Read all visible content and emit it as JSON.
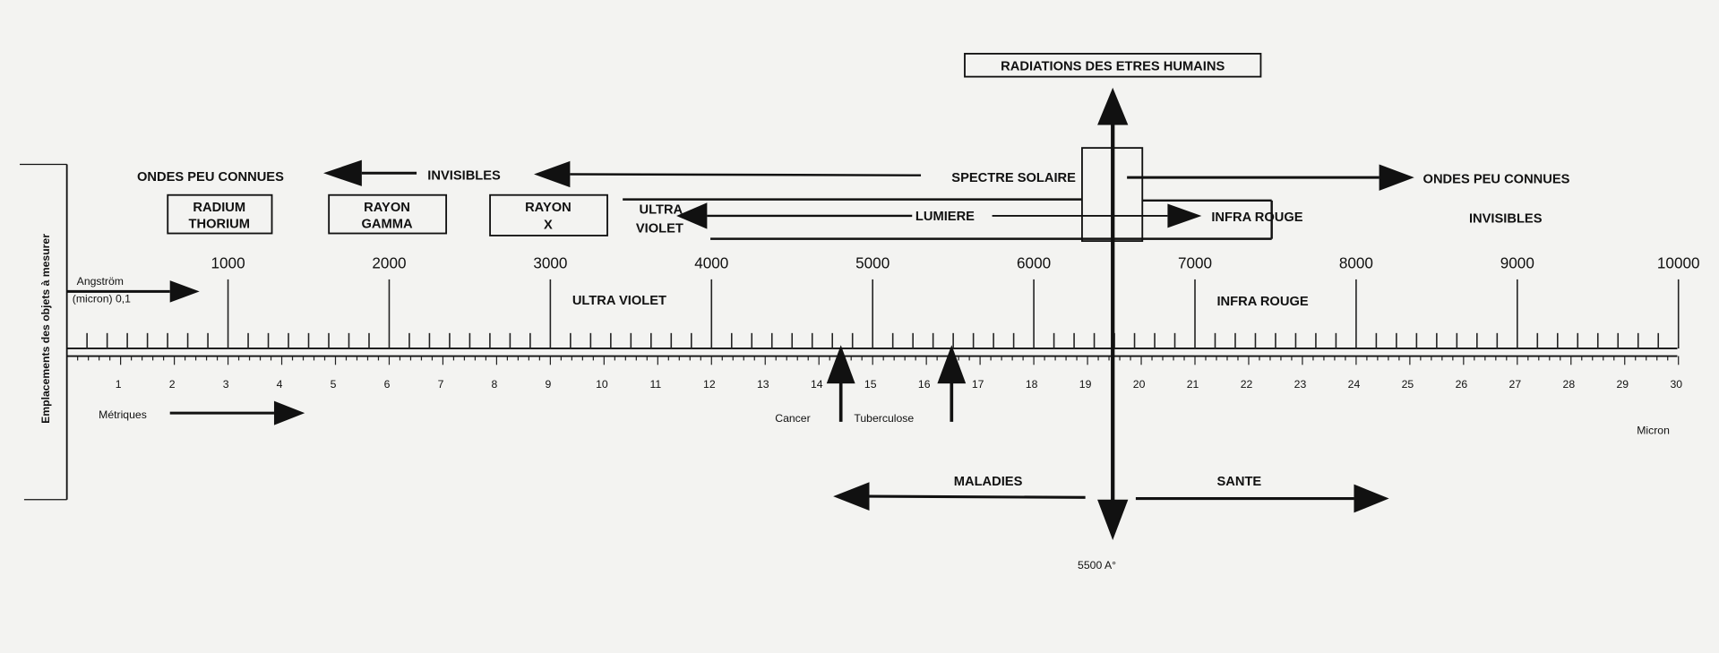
{
  "side_label": "Emplacements des objets à mesurer",
  "top_box": "RADIATIONS DES ETRES HUMAINS",
  "top_row": {
    "left_unknown": "ONDES PEU CONNUES",
    "invisibles": "INVISIBLES",
    "solar_spectrum": "SPECTRE SOLAIRE",
    "right_unknown": "ONDES PEU CONNUES"
  },
  "boxes": [
    {
      "line1": "RADIUM",
      "line2": "THORIUM"
    },
    {
      "line1": "RAYON",
      "line2": "GAMMA"
    },
    {
      "line1": "RAYON",
      "line2": "X"
    }
  ],
  "light_band": {
    "uv_line1": "ULTRA",
    "uv_line2": "VIOLET",
    "light": "LUMIERE",
    "infrared": "INFRA ROUGE",
    "right_invisibles": "INVISIBLES"
  },
  "angstrom_scale": {
    "label_line1": "Angström",
    "label_line2": "(micron) 0,1",
    "ticks": [
      "1000",
      "2000",
      "3000",
      "4000",
      "5000",
      "6000",
      "7000",
      "8000",
      "9000",
      "10000"
    ]
  },
  "region_labels": {
    "ultra_violet": "ULTRA VIOLET",
    "infra_rouge": "INFRA ROUGE"
  },
  "metric_scale": {
    "label": "Métriques",
    "unit": "Micron",
    "ticks": [
      "1",
      "2",
      "3",
      "4",
      "5",
      "6",
      "7",
      "8",
      "9",
      "10",
      "11",
      "12",
      "13",
      "14",
      "15",
      "16",
      "17",
      "18",
      "19",
      "20",
      "21",
      "22",
      "23",
      "24",
      "25",
      "26",
      "27",
      "28",
      "29",
      "30"
    ]
  },
  "markers": {
    "cancer": "Cancer",
    "tuberculosis": "Tuberculose"
  },
  "health": {
    "disease": "MALADIES",
    "health": "SANTE",
    "center_value": "5500 A°"
  }
}
